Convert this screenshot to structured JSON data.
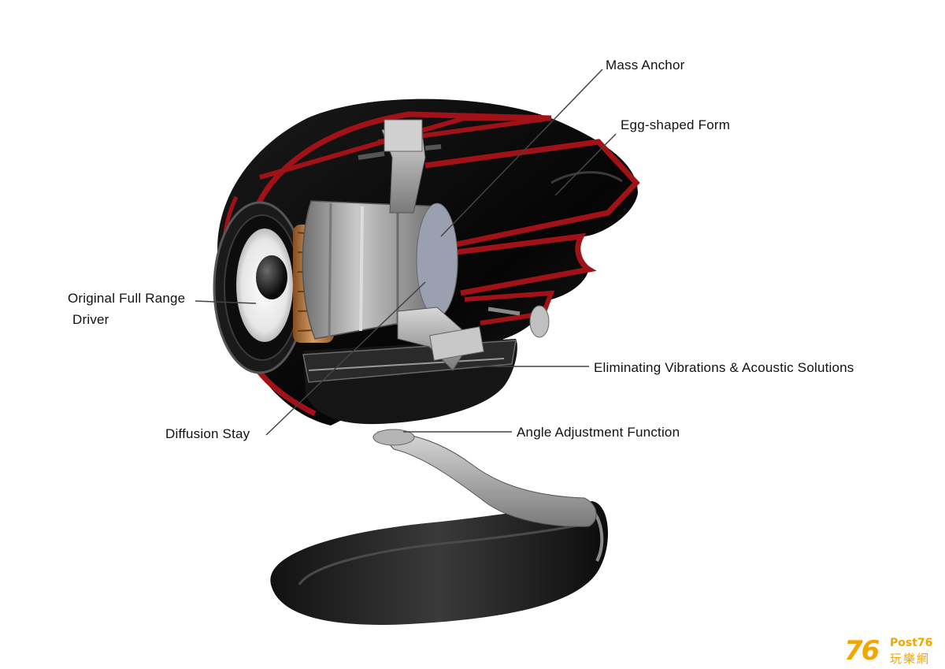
{
  "labels": {
    "mass_anchor": "Mass Anchor",
    "egg_shaped_form": "Egg-shaped Form",
    "driver_line1": "Original Full Range",
    "driver_line2": "Driver",
    "eliminating": "Eliminating Vibrations & Acoustic Solutions",
    "diffusion_stay": "Diffusion Stay",
    "angle_adjustment": "Angle Adjustment Function"
  },
  "watermark": {
    "number": "76",
    "text": "Post76",
    "cjk": "玩樂網"
  },
  "colors": {
    "shell": "#0a0a0a",
    "accent": "#a01217",
    "metal": "#9a9a9a",
    "copper": "#c8874a",
    "watermark": "#f2a600"
  }
}
